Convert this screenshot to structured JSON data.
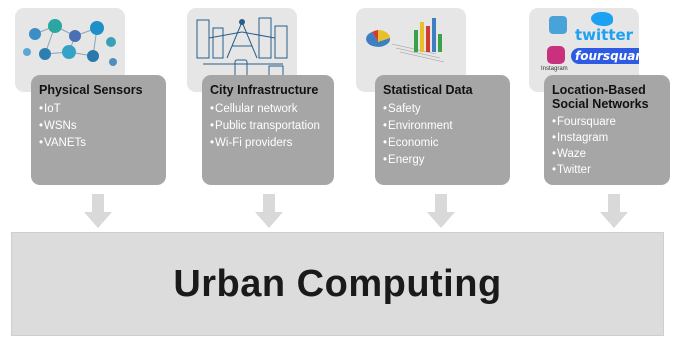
{
  "cards": [
    {
      "title": "Physical Sensors",
      "items": [
        "IoT",
        "WSNs",
        "VANETs"
      ]
    },
    {
      "title": "City Infrastructure",
      "items": [
        "Cellular network",
        "Public transportation",
        "Wi-Fi providers"
      ]
    },
    {
      "title": "Statistical Data",
      "items": [
        "Safety",
        "Environment",
        "Economic",
        "Energy"
      ]
    },
    {
      "title": "Location-Based Social Networks",
      "items": [
        "Foursquare",
        "Instagram",
        "Waze",
        "Twitter"
      ]
    }
  ],
  "logos": {
    "twitter": "twitter",
    "foursquare": "foursquare",
    "instagram": "Instagram"
  },
  "main_title": "Urban Computing",
  "colors": {
    "card": "#a6a6a6",
    "image_box": "#e6e6e6",
    "arrow": "#d9d9d9",
    "base": "#dcdcdc"
  },
  "icons": [
    "sensor-network-icon",
    "city-infrastructure-icon",
    "statistics-icon",
    "social-network-logos-icon"
  ]
}
